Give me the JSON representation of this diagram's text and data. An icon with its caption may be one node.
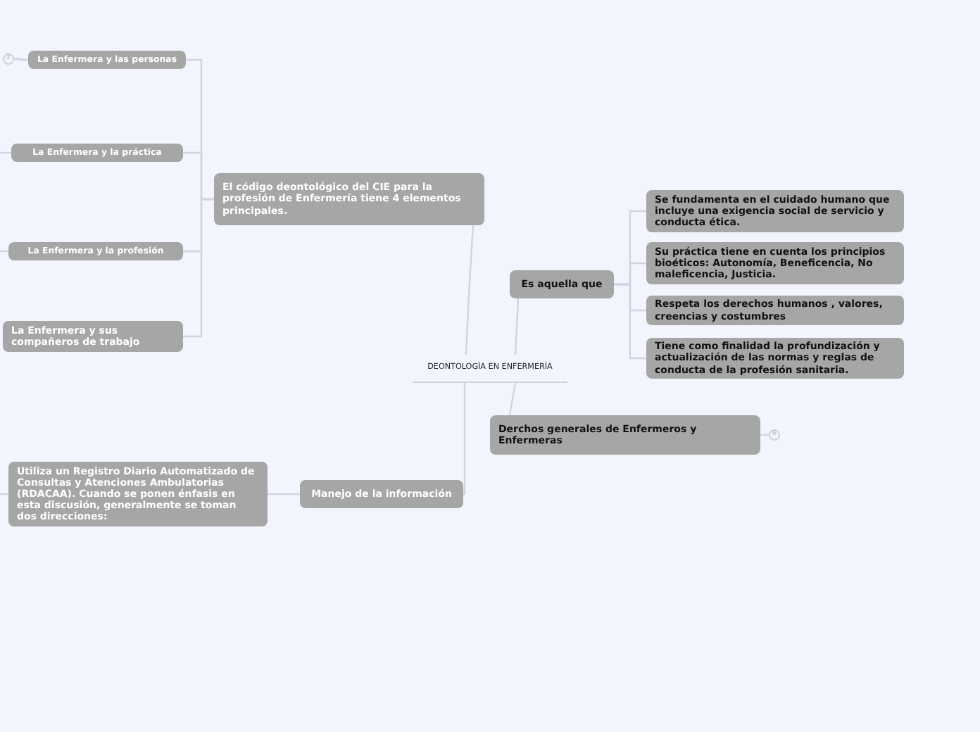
{
  "diagram": {
    "nodes": [
      {
        "text": [
          "DEONTOLOGÍA EN ENFERMERÍA"
        ]
      },
      {
        "text": [
          "El código deontológico del CIE para la profesión de Enfermería tiene 4 elementos principales."
        ]
      },
      {
        "text": [
          "La Enfermera y las personas"
        ]
      },
      {
        "text": [
          "La Enfermera y la práctica"
        ]
      },
      {
        "text": [
          "La Enfermera y la profesión"
        ]
      },
      {
        "text": [
          "La Enfermera y sus compañeros de trabajo"
        ]
      },
      {
        "text": [
          "Es aquella que"
        ]
      },
      {
        "text": [
          "Se fundamenta en el cuidado humano que incluye una exigencia social de servicio y conducta ética."
        ]
      },
      {
        "text": [
          "Su práctica tiene en cuenta los principios bioéticos: Autonomía, Beneficencia, No maleficencia, Justicia."
        ]
      },
      {
        "text": [
          "Respeta los derechos humanos , valores, creencias y costumbres"
        ]
      },
      {
        "text": [
          "Tiene como finalidad la profundización y actualización de las normas y reglas de conducta de la profesión sanitaria."
        ]
      },
      {
        "text": [
          "Derchos generales de Enfermeros y Enfermeras"
        ]
      },
      {
        "text": [
          "Manejo de la información"
        ]
      },
      {
        "text": [
          "Utiliza un Registro Diario Automatizado de Consultas y Atenciones Ambulatorias (RDACAA). Cuando se ponen énfasis en esta discusión, generalmente se toman dos direcciones:"
        ]
      },
      {
        "text": [
          "2"
        ]
      },
      {
        "text": [
          "6"
        ]
      }
    ],
    "edges": [
      {
        "from": 0,
        "to": 1,
        "arrow": "none"
      },
      {
        "from": 1,
        "to": 2,
        "arrow": "none"
      },
      {
        "from": 1,
        "to": 3,
        "arrow": "none"
      },
      {
        "from": 1,
        "to": 4,
        "arrow": "none"
      },
      {
        "from": 1,
        "to": 5,
        "arrow": "none"
      },
      {
        "from": 0,
        "to": 6,
        "arrow": "none"
      },
      {
        "from": 6,
        "to": 7,
        "arrow": "none"
      },
      {
        "from": 6,
        "to": 8,
        "arrow": "none"
      },
      {
        "from": 6,
        "to": 9,
        "arrow": "none"
      },
      {
        "from": 6,
        "to": 10,
        "arrow": "none"
      },
      {
        "from": 0,
        "to": 11,
        "arrow": "none"
      },
      {
        "from": 0,
        "to": 12,
        "arrow": "none"
      },
      {
        "from": 12,
        "to": 13,
        "arrow": "none"
      },
      {
        "from": 2,
        "to": 14,
        "arrow": "none"
      },
      {
        "from": 11,
        "to": 15,
        "arrow": "none"
      },
      {
        "from": 3,
        "to": null,
        "arrow": "none"
      },
      {
        "from": 4,
        "to": null,
        "arrow": "none"
      },
      {
        "from": 13,
        "to": null,
        "arrow": "none"
      }
    ]
  }
}
